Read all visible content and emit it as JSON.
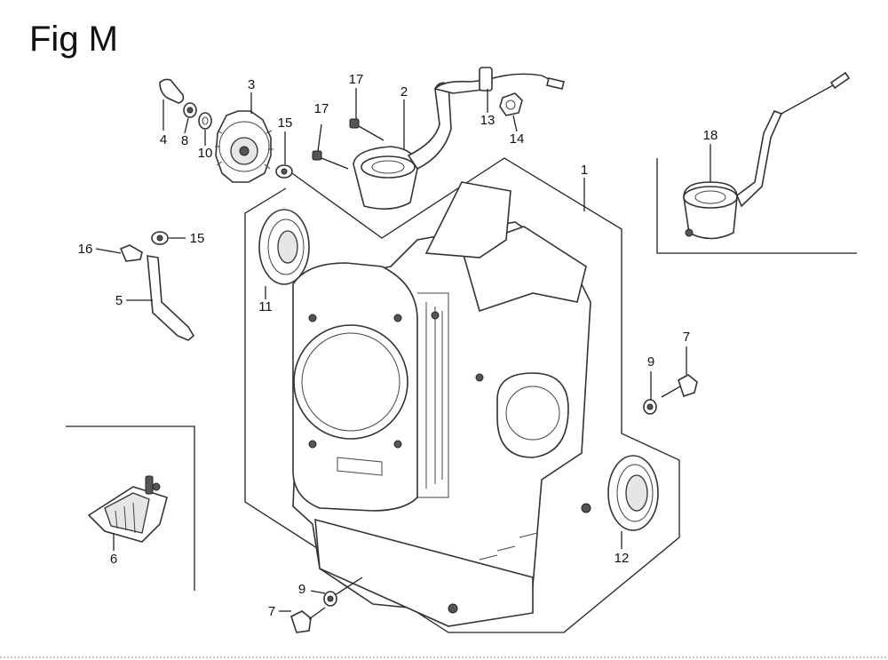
{
  "figure": {
    "title": "Fig M"
  },
  "callouts": {
    "p1": "1",
    "p2": "2",
    "p3": "3",
    "p4": "4",
    "p5": "5",
    "p6": "6",
    "p7a": "7",
    "p7b": "7",
    "p8": "8",
    "p9a": "9",
    "p9b": "9",
    "p10": "10",
    "p11": "11",
    "p12": "12",
    "p13": "13",
    "p14": "14",
    "p15a": "15",
    "p15b": "15",
    "p16": "16",
    "p17a": "17",
    "p17b": "17",
    "p18": "18"
  }
}
